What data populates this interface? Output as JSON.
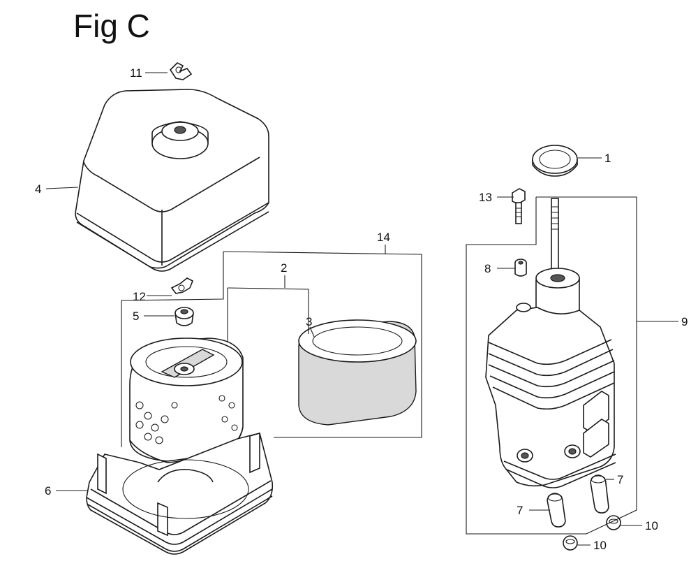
{
  "figure": {
    "title": "Fig C"
  },
  "callouts": {
    "c1": "1",
    "c2": "2",
    "c3": "3",
    "c4": "4",
    "c5": "5",
    "c6": "6",
    "c7a": "7",
    "c7b": "7",
    "c8": "8",
    "c9": "9",
    "c10a": "10",
    "c10b": "10",
    "c11": "11",
    "c12": "12",
    "c13": "13",
    "c14": "14"
  }
}
